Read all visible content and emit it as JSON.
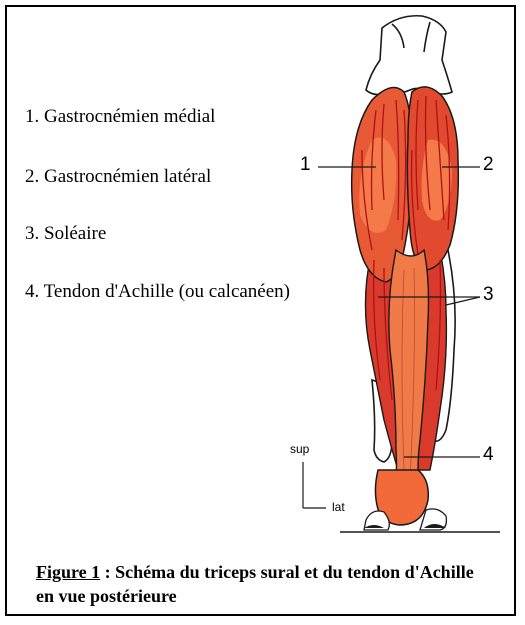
{
  "legend": {
    "items": [
      "1. Gastrocnémien médial",
      "2. Gastrocnémien latéral",
      "3. Soléaire",
      "4. Tendon d'Achille (ou calcanéen)"
    ]
  },
  "callouts": [
    "1",
    "2",
    "3",
    "4"
  ],
  "orientation": {
    "sup": "sup",
    "lat": "lat"
  },
  "caption": {
    "figure_label": "Figure 1",
    "text": " : Schéma du triceps sural et du tendon d'Achille en vue postérieure"
  },
  "colors": {
    "muscle": "#f06a3a",
    "tendon": "#f39a6c",
    "fibers": "#c8141e",
    "outline": "#1a1a1a"
  }
}
